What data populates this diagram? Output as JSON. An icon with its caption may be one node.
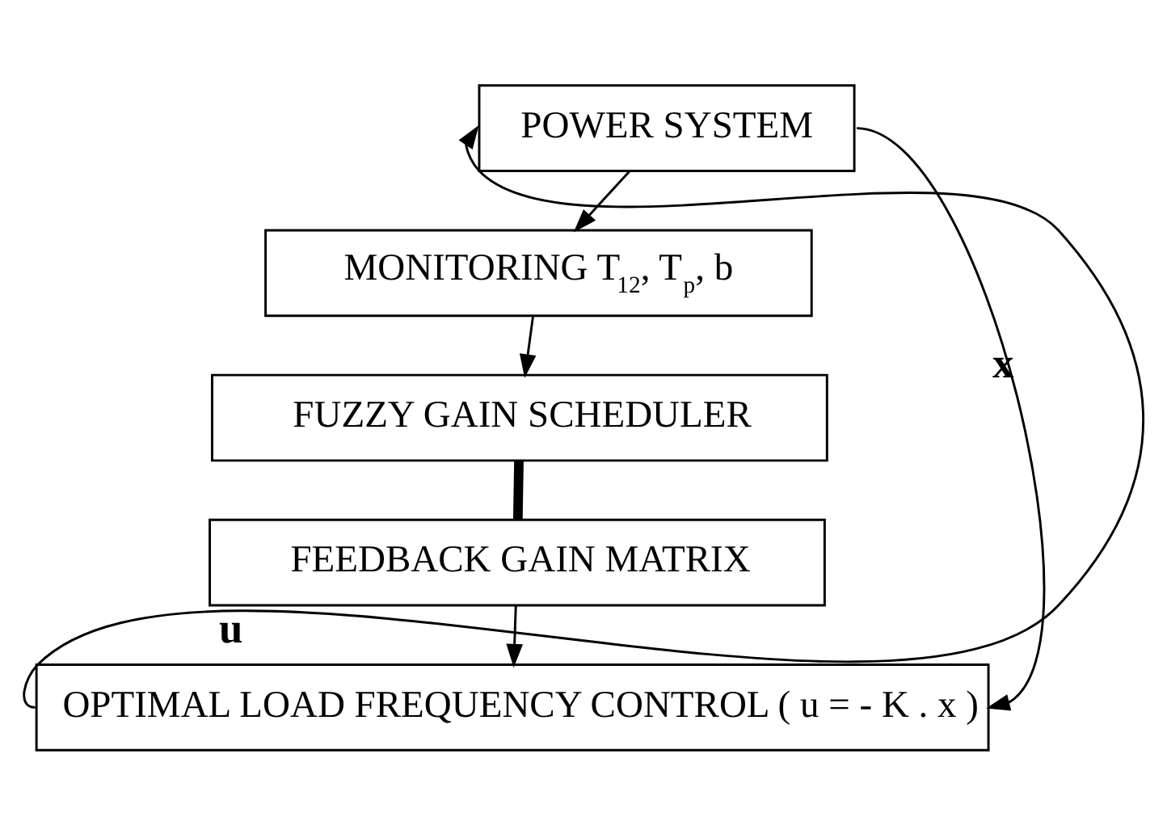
{
  "diagram": {
    "nodes": [
      {
        "text": [
          "POWER SYSTEM"
        ]
      },
      {
        "text": [
          "MONITORING T$_{12}$, T$_{p}$, b"
        ]
      },
      {
        "text": [
          "FUZZY GAIN SCHEDULER"
        ]
      },
      {
        "text": [
          "FEEDBACK GAIN MATRIX"
        ]
      },
      {
        "text": [
          "OPTIMAL LOAD FREQUENCY CONTROL ( u = - K . x )"
        ]
      }
    ],
    "edges": [
      {
        "from": 0,
        "to": 1,
        "arrow": "to"
      },
      {
        "from": 1,
        "to": 2,
        "arrow": "to"
      },
      {
        "from": 2,
        "to": 3,
        "arrow": "none",
        "style": "thick"
      },
      {
        "from": 3,
        "to": 4,
        "arrow": "to"
      },
      {
        "from": 4,
        "to": 0,
        "arrow": "to",
        "label": "u"
      },
      {
        "from": 0,
        "to": 4,
        "arrow": "to",
        "label": "x"
      }
    ]
  }
}
